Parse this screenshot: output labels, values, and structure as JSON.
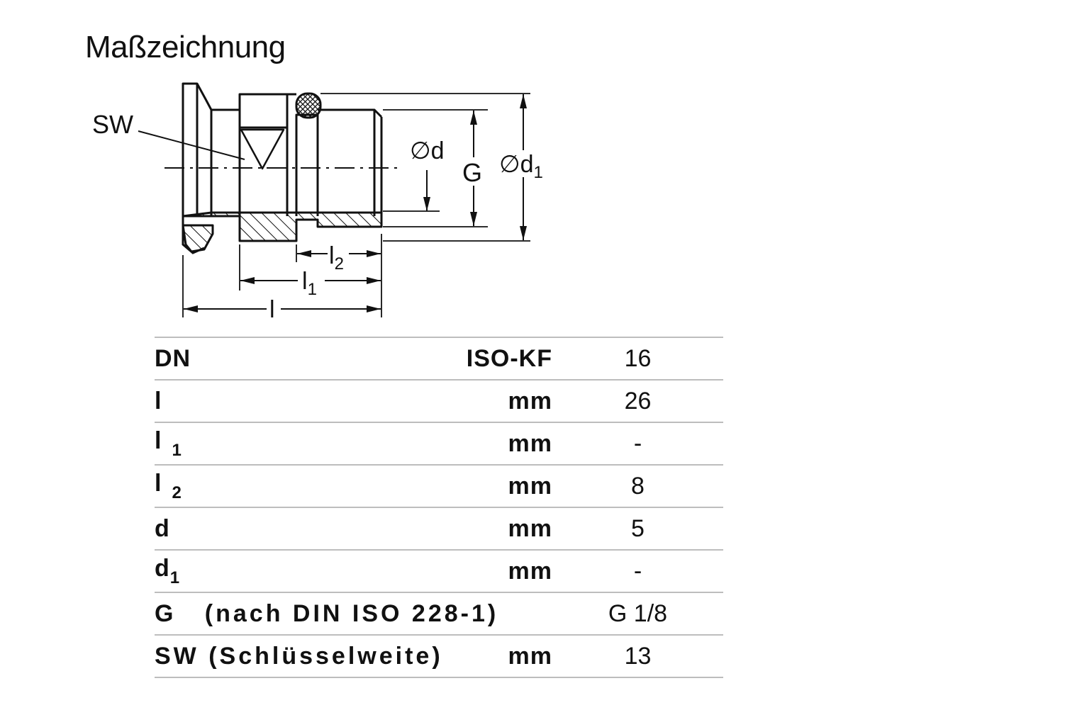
{
  "title": "Maßzeichnung",
  "drawing": {
    "labels": {
      "sw": "SW",
      "d": "∅d",
      "g": "G",
      "d1": "∅d",
      "d1_sub": "1",
      "l": "l",
      "l1": "l",
      "l1_sub": "1",
      "l2": "l",
      "l2_sub": "2"
    }
  },
  "table": {
    "rows": [
      {
        "name": "DN",
        "unit": "ISO-KF",
        "value": "16"
      },
      {
        "name": "l",
        "unit": "mm",
        "value": "26"
      },
      {
        "name": "l",
        "sub": "1",
        "unit": "mm",
        "value": "-"
      },
      {
        "name": "l",
        "sub": "2",
        "unit": "mm",
        "value": "8"
      },
      {
        "name": "d",
        "unit": "mm",
        "value": "5"
      },
      {
        "name": "d",
        "sub": "1",
        "unit": "mm",
        "value": "-"
      },
      {
        "name": "G   (nach DIN ISO 228-1)",
        "unit": "",
        "value": "G 1/8"
      },
      {
        "name": "SW (Schlüsselweite)",
        "unit": "mm",
        "value": "13"
      }
    ]
  }
}
